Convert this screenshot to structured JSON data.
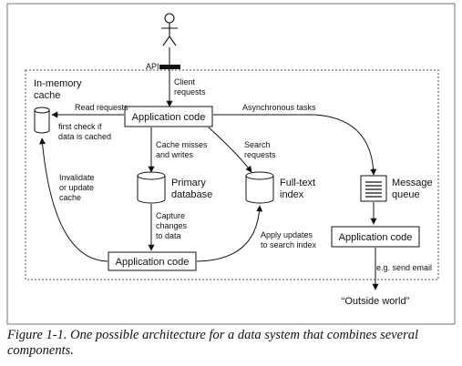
{
  "actor": {
    "api_label": "API",
    "client_requests": [
      "Client",
      "requests"
    ]
  },
  "components": {
    "app_code_top": "Application code",
    "app_code_bottom": "Application code",
    "app_code_right": "Application code",
    "cache": [
      "In-memory",
      "cache"
    ],
    "primary_db": [
      "Primary",
      "database"
    ],
    "fulltext": [
      "Full-text",
      "index"
    ],
    "queue": [
      "Message",
      "queue"
    ]
  },
  "edges": {
    "read_requests": [
      "Read requests",
      "first check if",
      "data is cached"
    ],
    "async_tasks": "Asynchronous tasks",
    "cache_misses": [
      "Cache misses",
      "and writes"
    ],
    "search_requests": [
      "Search",
      "requests"
    ],
    "invalidate": [
      "Invalidate",
      "or update",
      "cache"
    ],
    "capture_changes": [
      "Capture",
      "changes",
      "to data"
    ],
    "apply_updates": [
      "Apply updates",
      "to search index"
    ],
    "send_email": "e.g. send email"
  },
  "outside_world": "“Outside world”",
  "caption": "Figure 1-1. One possible architecture for a data system that combines several components."
}
